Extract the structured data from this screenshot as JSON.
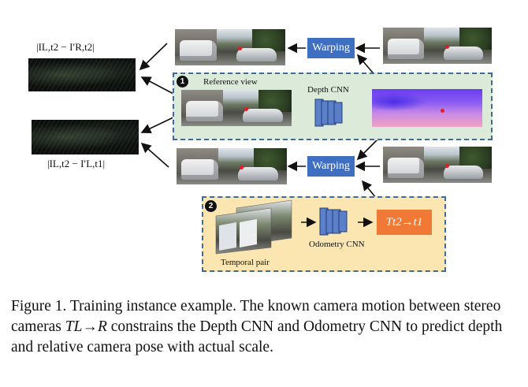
{
  "figure": {
    "diff_top_label": "|I_{L,t2} − I'_{R,t2}|",
    "diff_top_text": "|IL,t2 − I′R,t2|",
    "diff_bottom_text": "|IL,t2 − I′L,t1|",
    "warping_top_label": "Warping",
    "warping_bottom_label": "Warping",
    "reference_badge": "1",
    "reference_label": "Reference view",
    "depth_cnn_label": "Depth CNN",
    "temporal_badge": "2",
    "temporal_label": "Temporal pair",
    "odometry_cnn_label": "Odometry CNN",
    "transform_label": "Tt2→t1"
  },
  "caption": {
    "prefix": "Figure 1. Training instance example.  The known camera motion between stereo cameras ",
    "symbol": "TL→R",
    "suffix": " constrains the Depth CNN and Odometry CNN to predict depth and relative camera pose with actual scale."
  },
  "colors": {
    "panel_green": "#dcebd9",
    "panel_yellow": "#fbe6b1",
    "dashed_border": "#3d6b9a",
    "warping_blue": "#3f6fc0",
    "transform_orange": "#f07936"
  }
}
